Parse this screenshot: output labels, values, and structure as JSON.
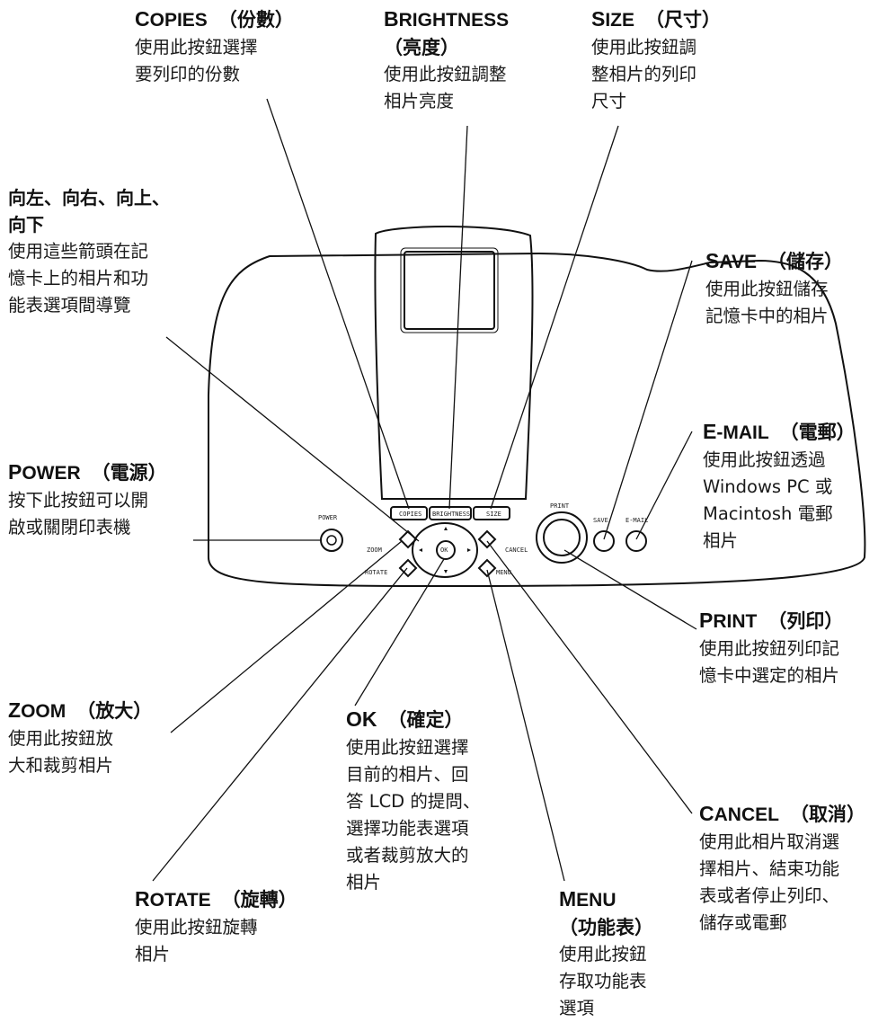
{
  "callouts": {
    "copies": {
      "title_big": "C",
      "title_rest": "OPIES",
      "title_zh": "（份數）",
      "desc": "使用此按鈕選擇\n要列印的份數"
    },
    "brightness": {
      "title_big": "B",
      "title_rest": "RIGHTNESS",
      "title_zh": "（亮度）",
      "desc": "使用此按鈕調整\n相片亮度"
    },
    "size": {
      "title_big": "S",
      "title_rest": "IZE",
      "title_zh": "（尺寸）",
      "desc": "使用此按鈕調\n整相片的列印\n尺寸"
    },
    "arrows": {
      "title": "向左、向右、向上、\n向下",
      "desc": "使用這些箭頭在記\n憶卡上的相片和功\n能表選項間導覽"
    },
    "save": {
      "title_big": "S",
      "title_rest": "AVE",
      "title_zh": "（儲存）",
      "desc": "使用此按鈕儲存\n記憶卡中的相片"
    },
    "email": {
      "title_big": "E",
      "title_rest": "-MAIL",
      "title_zh": "（電郵）",
      "desc": "使用此按鈕透過\nWindows PC 或\nMacintosh 電郵\n相片"
    },
    "power": {
      "title_big": "P",
      "title_rest": "OWER",
      "title_zh": "（電源）",
      "desc": "按下此按鈕可以開\n啟或關閉印表機"
    },
    "print": {
      "title_big": "P",
      "title_rest": "RINT",
      "title_zh": "（列印）",
      "desc": "使用此按鈕列印記\n憶卡中選定的相片"
    },
    "zoom": {
      "title_big": "Z",
      "title_rest": "OOM",
      "title_zh": "（放大）",
      "desc": "使用此按鈕放\n大和裁剪相片"
    },
    "ok": {
      "title_big": "OK",
      "title_rest": "",
      "title_zh": "（確定）",
      "desc": "使用此按鈕選擇\n目前的相片、回\n答 LCD 的提問、\n選擇功能表選項\n或者裁剪放大的\n相片"
    },
    "cancel": {
      "title_big": "C",
      "title_rest": "ANCEL",
      "title_zh": "（取消）",
      "desc": "使用此相片取消選\n擇相片、結束功能\n表或者停止列印、\n儲存或電郵"
    },
    "rotate": {
      "title_big": "R",
      "title_rest": "OTATE",
      "title_zh": "（旋轉）",
      "desc": "使用此按鈕旋轉\n相片"
    },
    "menu": {
      "title_big": "M",
      "title_rest": "ENU",
      "title_zh": "（功能表）",
      "desc": "使用此按鈕\n存取功能表\n選項"
    }
  },
  "device_labels": {
    "power": "POWER",
    "zoom": "ZOOM",
    "rotate": "ROTATE",
    "copies": "COPIES",
    "brightness": "BRIGHTNESS",
    "size": "SIZE",
    "ok": "OK",
    "cancel": "CANCEL",
    "menu": "MENU",
    "print": "PRINT",
    "save": "SAVE",
    "email": "E-MAIL"
  }
}
